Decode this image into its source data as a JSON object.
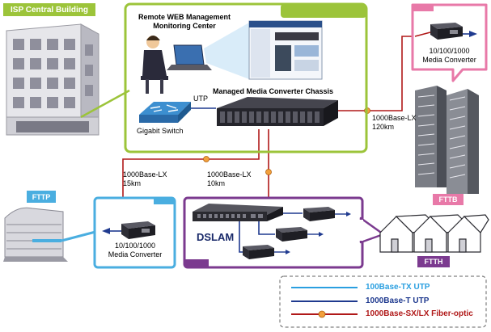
{
  "tags": {
    "isp": "ISP Central Building",
    "fttp": "FTTP",
    "fttb": "FTTB",
    "ftth": "FTTH"
  },
  "labels": {
    "remote_web": "Remote WEB Management\nMonitoring Center",
    "chassis": "Managed Media Converter Chassis",
    "utp": "UTP",
    "gigabit_switch": "Gigabit Switch",
    "link_right": "1000Base-LX\n120km",
    "link_left": "1000Base-LX\n15km",
    "link_mid": "1000Base-LX\n10km",
    "mc_top_right": "10/100/1000\nMedia Converter",
    "mc_left": "10/100/1000\nMedia Converter",
    "dslam": "DSLAM"
  },
  "legend": {
    "items": [
      {
        "label": "100Base-TX UTP",
        "color": "#2a9fe0"
      },
      {
        "label": "1000Base-T UTP",
        "color": "#1f3a8f"
      },
      {
        "label": "1000Base-SX/LX Fiber-optic",
        "color": "#b01818"
      }
    ]
  },
  "colors": {
    "isp_green": "#9cc43a",
    "fttb_pink": "#e879a8",
    "fttp_blue": "#4aaee0",
    "ftth_purple": "#7b3a8f",
    "fiber_red": "#b01818",
    "utp_navy": "#1f3a8f",
    "utp_light": "#2a9fe0"
  }
}
